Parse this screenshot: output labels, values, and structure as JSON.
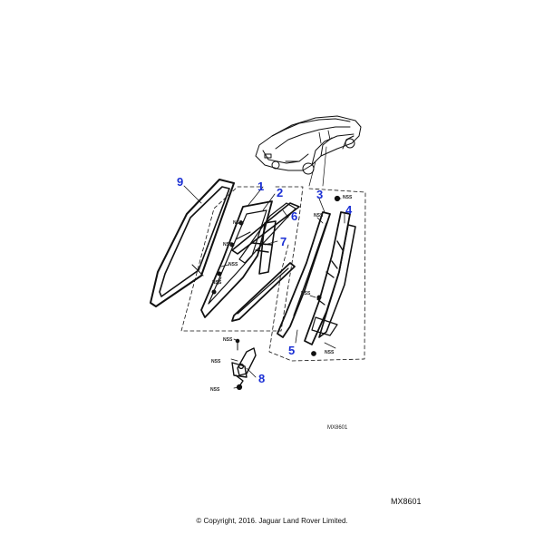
{
  "callouts": {
    "c1": "1",
    "c2": "2",
    "c3": "3",
    "c4": "4",
    "c5": "5",
    "c6": "6",
    "c7": "7",
    "c8": "8",
    "c9": "9"
  },
  "nss_label": "NSS",
  "reference_code": "MX8601",
  "copyright": "© Copyright, 2016. Jaguar Land Rover Limited.",
  "colors": {
    "callout": "#1a2fd4",
    "line": "#111111"
  }
}
